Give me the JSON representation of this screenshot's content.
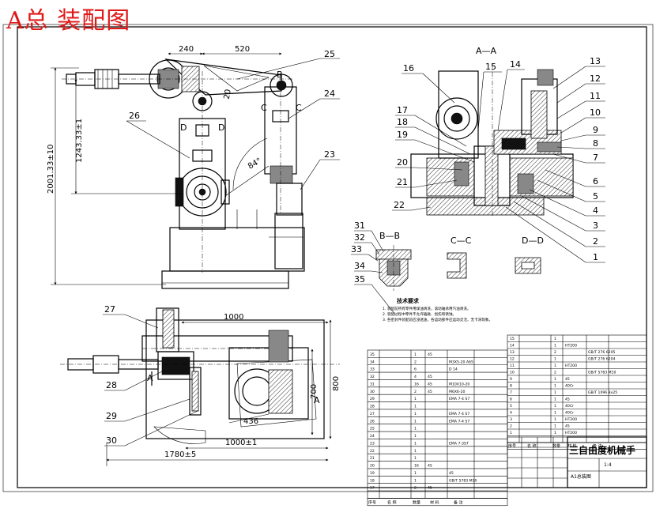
{
  "header": {
    "title": "A总 装配图"
  },
  "views": {
    "section_aa": "A—A",
    "section_bb": "B—B",
    "section_cc": "C—C",
    "section_dd": "D—D",
    "view_letters": {
      "b": "B",
      "c1": "C",
      "c2": "C",
      "d1": "D",
      "d2": "D",
      "a1": "A",
      "a2": "A"
    }
  },
  "dimensions": {
    "d240": "240",
    "d520": "520",
    "d20": "20",
    "d1243": "1243.33±1",
    "d2001": "2001.33±10",
    "angle": "84°",
    "d1000a": "1000",
    "d1000b": "1000±1",
    "d1780": "1780±5",
    "d700": "700",
    "d800": "800",
    "d436": "436"
  },
  "balloons_main": [
    "25",
    "24",
    "26",
    "23"
  ],
  "balloons_section": [
    "16",
    "15",
    "14",
    "13",
    "12",
    "11",
    "10",
    "9",
    "8",
    "7",
    "6",
    "5",
    "4",
    "3",
    "2",
    "1",
    "17",
    "18",
    "19",
    "20",
    "21",
    "22"
  ],
  "balloons_bb": [
    "31",
    "32",
    "33",
    "34",
    "35"
  ],
  "balloons_top": [
    "27",
    "28",
    "29",
    "30"
  ],
  "notes": {
    "title": "技术要求",
    "lines": [
      "1. 装配前所有零件用煤油清洗，滚动轴承用汽油清洗。",
      "2. 装配过程中零件不允许磕碰、划伤和锈蚀。",
      "3. 各密封件装配前应浸透油，各运动部件应运动灵活，无卡滞现象。"
    ]
  },
  "parts_left": [
    [
      "35",
      "",
      "1",
      "45",
      ""
    ],
    [
      "34",
      "",
      "2",
      "",
      "M3X5-20 A65"
    ],
    [
      "33",
      "",
      "6",
      "",
      "D 14"
    ],
    [
      "32",
      "",
      "4",
      "45",
      ""
    ],
    [
      "31",
      "",
      "16",
      "45",
      "M10X10-20"
    ],
    [
      "30",
      "",
      "2",
      "45",
      "M6X6-20"
    ],
    [
      "29",
      "",
      "1",
      "",
      "EMA 7-4 S7"
    ],
    [
      "28",
      "",
      "1",
      "",
      ""
    ],
    [
      "27",
      "",
      "1",
      "",
      "EMA 7-4 S7"
    ],
    [
      "26",
      "",
      "1",
      "",
      "EMA 7-4 S7"
    ],
    [
      "25",
      "",
      "1",
      "",
      ""
    ],
    [
      "24",
      "",
      "1",
      "",
      ""
    ],
    [
      "23",
      "",
      "1",
      "",
      "EMA 7-3S7"
    ],
    [
      "22",
      "",
      "1",
      "",
      ""
    ],
    [
      "21",
      "",
      "1",
      "",
      ""
    ],
    [
      "20",
      "",
      "16",
      "45",
      ""
    ],
    [
      "19",
      "",
      "1",
      "",
      "45"
    ],
    [
      "18",
      "",
      "1",
      "",
      "GB/T 5783 M10"
    ],
    [
      "17",
      "",
      "2",
      "45",
      ""
    ]
  ],
  "parts_right": [
    [
      "15",
      "",
      "1",
      "",
      ""
    ],
    [
      "14",
      "",
      "1",
      "HT200",
      ""
    ],
    [
      "13",
      "",
      "2",
      "",
      "GB/T 276 6205"
    ],
    [
      "12",
      "",
      "1",
      "",
      "GB/T 276 6204"
    ],
    [
      "11",
      "",
      "1",
      "HT200",
      ""
    ],
    [
      "10",
      "",
      "2",
      "",
      "GB/T 5783 M10"
    ],
    [
      "9",
      "",
      "1",
      "45",
      ""
    ],
    [
      "8",
      "",
      "1",
      "40Cr",
      ""
    ],
    [
      "7",
      "",
      "1",
      "",
      "GB/T 1096 8x25"
    ],
    [
      "6",
      "",
      "1",
      "45",
      ""
    ],
    [
      "5",
      "",
      "1",
      "40Cr",
      ""
    ],
    [
      "4",
      "",
      "1",
      "40Cr",
      ""
    ],
    [
      "3",
      "",
      "1",
      "HT200",
      ""
    ],
    [
      "2",
      "",
      "1",
      "45",
      ""
    ],
    [
      "1",
      "",
      "1",
      "HT200",
      ""
    ]
  ],
  "table_header": [
    "序号",
    "名 称",
    "数量",
    "材 料",
    "备 注"
  ],
  "title_block": {
    "name": "三自由度机械手",
    "drawing_no": "A1总装图",
    "scale": "1:4"
  },
  "colors": {
    "title_red": "#e01818"
  }
}
